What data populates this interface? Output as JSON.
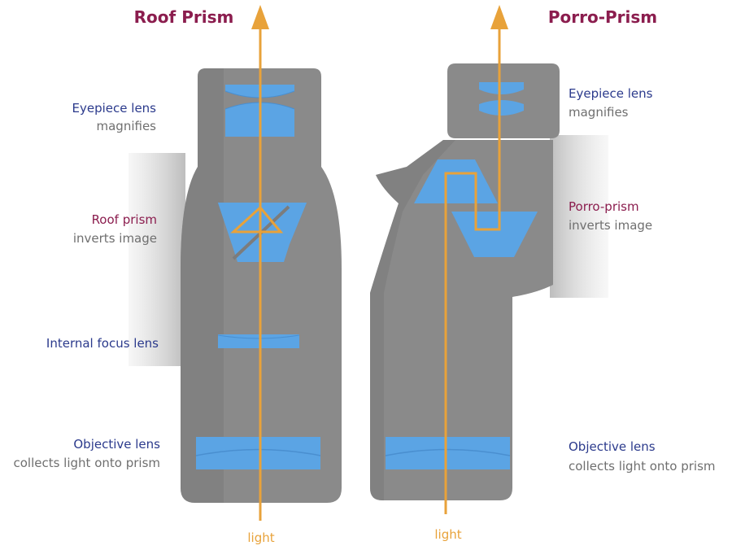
{
  "roof": {
    "title": "Roof Prism",
    "eyepiece": {
      "name": "Eyepiece lens",
      "desc": "magnifies"
    },
    "prism": {
      "name": "Roof prism",
      "desc": "inverts image"
    },
    "focus": {
      "name": "Internal focus lens"
    },
    "objective": {
      "name": "Objective lens",
      "desc": "collects light onto prism"
    },
    "light": "light"
  },
  "porro": {
    "title": "Porro-Prism",
    "eyepiece": {
      "name": "Eyepiece lens",
      "desc": "magnifies"
    },
    "prism": {
      "name": "Porro-prism",
      "desc": "inverts image"
    },
    "objective": {
      "name": "Objective lens",
      "desc": "collects light onto prism"
    },
    "light": "light"
  },
  "colors": {
    "title": "#8b1d4e",
    "component_blue": "#2b3a8c",
    "prism_label": "#8b1d4e",
    "desc_gray": "#6f6f6f",
    "body_gray": "#8a8a8a",
    "lens_blue": "#5ba4e4",
    "light_ray": "#e8a23a"
  }
}
